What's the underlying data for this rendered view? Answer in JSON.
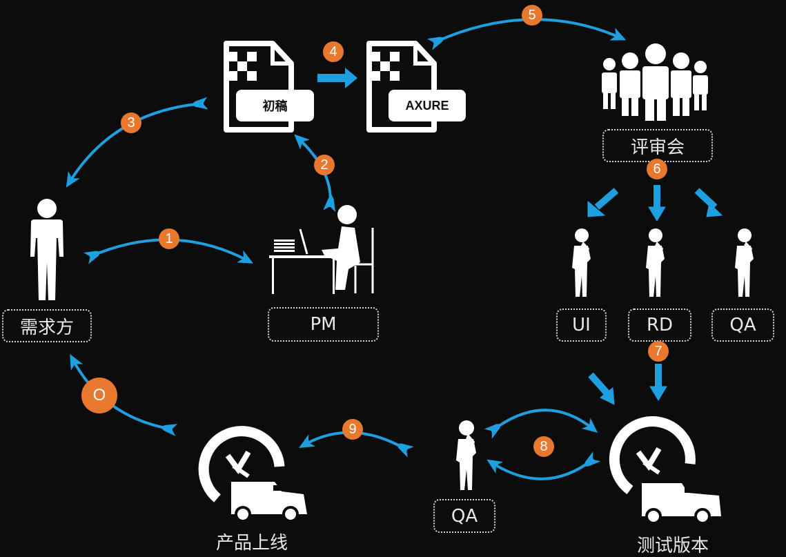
{
  "diagram": {
    "title": "产品开发流程",
    "colors": {
      "background": "#0c0c0c",
      "arrow": "#1ea0e0",
      "badge": "#e8782e",
      "icon": "#ffffff"
    },
    "nodes": {
      "requester": {
        "label": "需求方",
        "icon": "person-standing-icon"
      },
      "pm": {
        "label": "PM",
        "icon": "person-at-desk-icon"
      },
      "draft": {
        "label": "初稿",
        "icon": "document-icon"
      },
      "axure": {
        "label": "AXURE",
        "icon": "document-icon"
      },
      "review": {
        "label": "评审会",
        "icon": "group-icon"
      },
      "ui": {
        "label": "UI",
        "icon": "person-thinking-icon"
      },
      "rd": {
        "label": "RD",
        "icon": "person-thinking-icon"
      },
      "qa_top": {
        "label": "QA",
        "icon": "person-thinking-icon"
      },
      "qa_bottom": {
        "label": "QA",
        "icon": "person-thinking-icon"
      },
      "test_version": {
        "label": "测试版本",
        "icon": "clock-truck-icon"
      },
      "release": {
        "label": "产品上线",
        "icon": "clock-truck-icon"
      }
    },
    "steps": [
      {
        "badge": "1",
        "from": "需求方",
        "to": "PM"
      },
      {
        "badge": "2",
        "from": "PM",
        "to": "初稿"
      },
      {
        "badge": "3",
        "from": "初稿",
        "to": "需求方"
      },
      {
        "badge": "4",
        "from": "初稿",
        "to": "AXURE"
      },
      {
        "badge": "5",
        "from": "AXURE",
        "to": "评审会"
      },
      {
        "badge": "6",
        "from": "评审会",
        "to": "UI / RD / QA"
      },
      {
        "badge": "7",
        "from": "RD",
        "to": "测试版本"
      },
      {
        "badge": "8",
        "from": "QA",
        "to": "测试版本"
      },
      {
        "badge": "9",
        "from": "QA",
        "to": "产品上线"
      },
      {
        "badge": "O",
        "from": "产品上线",
        "to": "需求方"
      }
    ]
  }
}
